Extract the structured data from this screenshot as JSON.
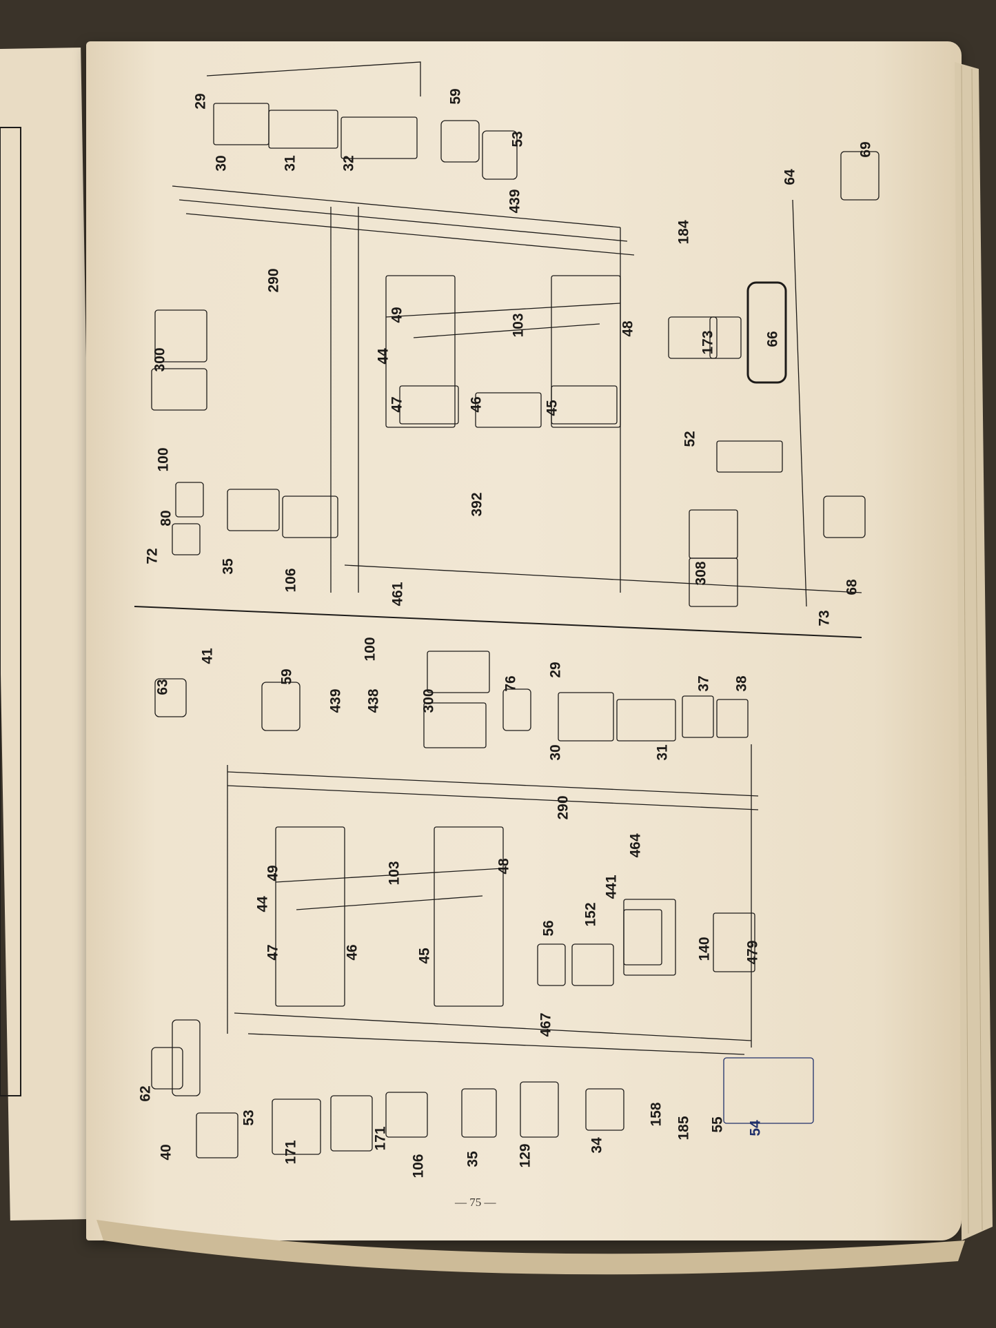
{
  "page": {
    "folio": "— 75 —"
  },
  "upper_diagram_labels": [
    "29",
    "30",
    "31",
    "32",
    "59",
    "53",
    "439",
    "290",
    "300",
    "100",
    "80",
    "72",
    "35",
    "106",
    "392",
    "461",
    "49",
    "44",
    "47",
    "46",
    "45",
    "48",
    "103",
    "184",
    "173",
    "66",
    "52",
    "308",
    "64",
    "69",
    "68",
    "73"
  ],
  "lower_diagram_labels": [
    "63",
    "41",
    "59",
    "439",
    "438",
    "100",
    "300",
    "76",
    "29",
    "30",
    "31",
    "37",
    "38",
    "290",
    "464",
    "441",
    "152",
    "56",
    "140",
    "479",
    "49",
    "44",
    "47",
    "46",
    "45",
    "48",
    "103",
    "62",
    "40",
    "53",
    "171",
    "171",
    "106",
    "35",
    "129",
    "34",
    "158",
    "185",
    "55",
    "54",
    "467"
  ],
  "colors": {
    "paper": "#efe4cf",
    "ink": "#1d1b19",
    "blue_ink": "#1f2f6a",
    "background": "#3a3329"
  }
}
